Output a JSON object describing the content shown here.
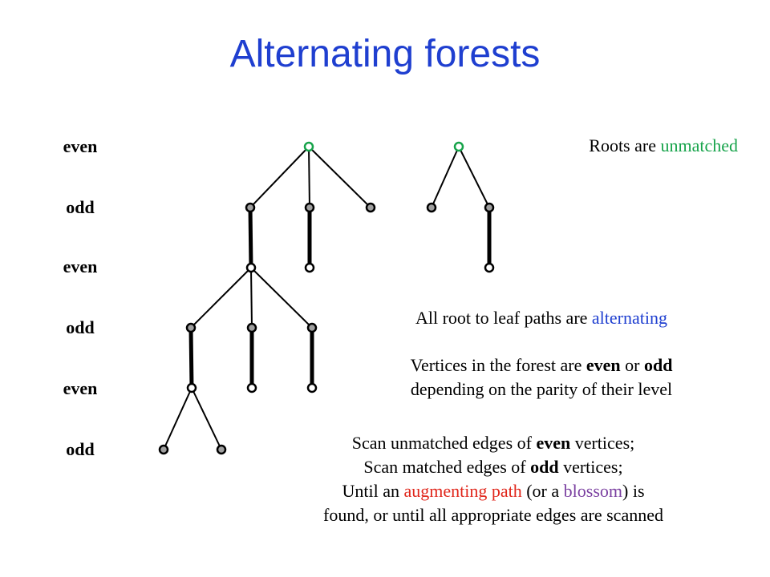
{
  "title": "Alternating forests",
  "levels": [
    "even",
    "odd",
    "even",
    "odd",
    "even",
    "odd"
  ],
  "colors": {
    "title": "#1f3fd0",
    "unmatched": "#16a34a",
    "alternating": "#1f3fd0",
    "augmenting": "#e0261b",
    "blossom": "#7a3fa0",
    "odd_vertex_fill": "#a0a0a0",
    "root_stroke": "#16a34a"
  },
  "notes": {
    "roots": {
      "prefix": "Roots are ",
      "highlight": "unmatched"
    },
    "paths": {
      "prefix": "All root to leaf paths are ",
      "highlight": "alternating"
    },
    "parity": {
      "l1_a": "Vertices in the forest are ",
      "l1_b": "even",
      "l1_c": " or ",
      "l1_d": "odd",
      "l2": "depending on the parity of their level"
    },
    "scan": {
      "l1_a": "Scan unmatched edges of ",
      "l1_b": "even",
      "l1_c": " vertices;",
      "l2_a": "Scan matched edges of ",
      "l2_b": "odd",
      "l2_c": " vertices;",
      "l3_a": "Until an ",
      "l3_b": "augmenting path",
      "l3_c": " (or a ",
      "l3_d": "blossom",
      "l3_e": ") is",
      "l4": "found, or until all appropriate edges are scanned"
    }
  }
}
